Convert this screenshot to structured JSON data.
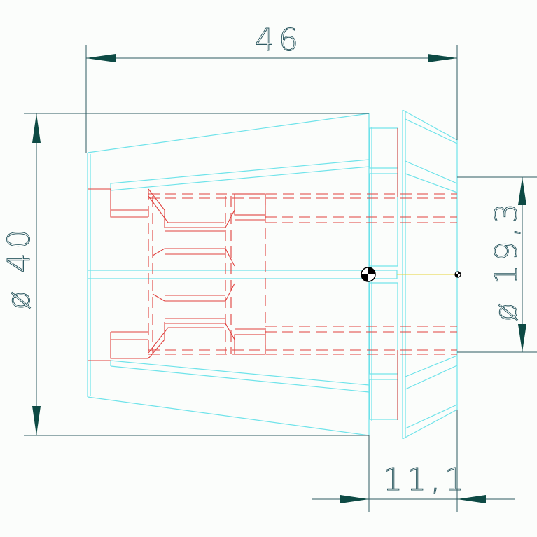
{
  "drawing": {
    "dimensions": {
      "overall_length": "46",
      "outer_diameter": "ø 40",
      "bore_diameter": "ø 19,3",
      "flange_length": "11,1"
    },
    "colors": {
      "background": "#fbfdfb",
      "dimension": "#2e5a62",
      "arrow": "#0d4a44",
      "outline": "#6fe3ea",
      "hidden": "#e0413e",
      "centerline": "#e6d23a",
      "marker": "#000000"
    }
  }
}
